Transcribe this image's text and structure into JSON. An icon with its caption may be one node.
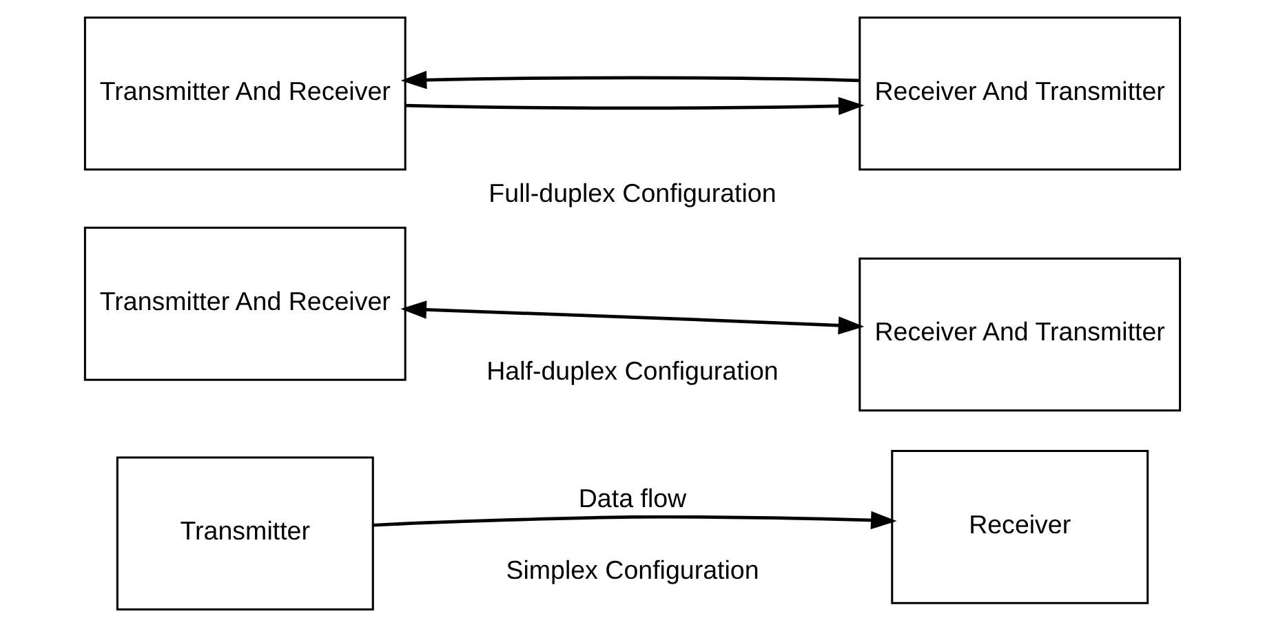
{
  "diagram": {
    "nodes": [
      {
        "text": [
          "Transmitter"
        ]
      },
      {
        "text": [
          "Receiver"
        ]
      },
      {
        "text": [
          "Transmitter And Receiver"
        ]
      },
      {
        "text": [
          "Receiver And Transmitter"
        ]
      },
      {
        "text": [
          "Transmitter And Receiver"
        ]
      },
      {
        "text": [
          "Receiver And Transmitter"
        ]
      }
    ],
    "edges": [
      {
        "from": 0,
        "to": 1,
        "arrow": "to",
        "label": "Data flow"
      },
      {
        "from": 2,
        "to": 3,
        "arrow": "both"
      },
      {
        "from": 4,
        "to": 5,
        "arrow": "to"
      },
      {
        "from": 5,
        "to": 4,
        "arrow": "to"
      }
    ],
    "labels": [
      "Simplex Configuration",
      "Half-duplex Configuration",
      "Full-duplex Configuration"
    ]
  }
}
